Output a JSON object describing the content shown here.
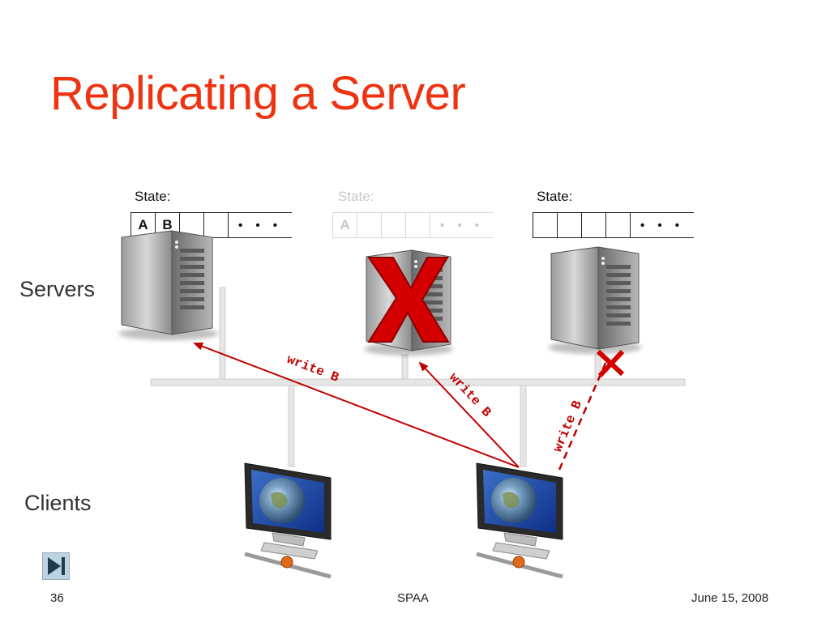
{
  "slide": {
    "title": "Replicating a Server",
    "footer_left": "36",
    "footer_center": "SPAA",
    "footer_right": "June 15, 2008"
  },
  "labels": {
    "servers": "Servers",
    "clients": "Clients"
  },
  "servers": [
    {
      "state_label": "State:",
      "cells": [
        "A",
        "B",
        "",
        ""
      ],
      "more": "• • •",
      "status": "active"
    },
    {
      "state_label": "State:",
      "cells": [
        "A",
        "",
        "",
        ""
      ],
      "more": "• • •",
      "status": "failed"
    },
    {
      "state_label": "State:",
      "cells": [
        "",
        "",
        "",
        ""
      ],
      "more": "• • •",
      "status": "active"
    }
  ],
  "messages": [
    {
      "text": "write B",
      "to": "server-1",
      "delivered": true
    },
    {
      "text": "write B",
      "to": "server-2",
      "delivered": true
    },
    {
      "text": "write B",
      "to": "server-3",
      "delivered": false
    }
  ],
  "colors": {
    "title": "#ee3311",
    "message": "#c00000",
    "failure_mark": "#d40000",
    "network": "#dcdcdc"
  },
  "icons": [
    "server-icon",
    "client-computer-icon",
    "failure-x-icon",
    "next-slide-icon"
  ]
}
